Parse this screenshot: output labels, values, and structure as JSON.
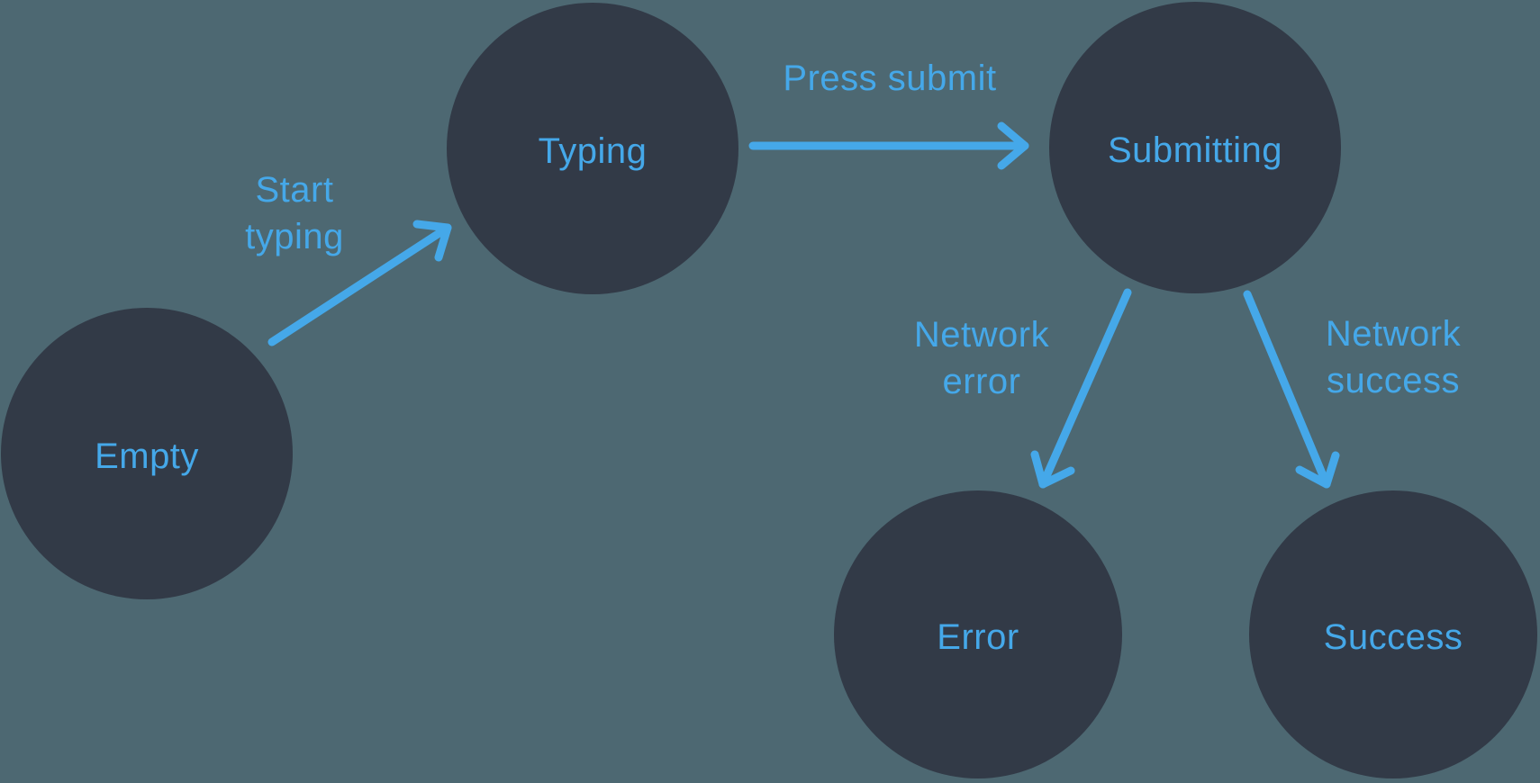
{
  "diagram": {
    "type": "state-machine",
    "colors": {
      "background": "#4D6872",
      "node_fill": "#323A47",
      "accent_blue": "#45A8E9"
    },
    "states": [
      {
        "id": "empty",
        "label": "Empty"
      },
      {
        "id": "typing",
        "label": "Typing"
      },
      {
        "id": "submitting",
        "label": "Submitting"
      },
      {
        "id": "error",
        "label": "Error"
      },
      {
        "id": "success",
        "label": "Success"
      }
    ],
    "transitions": [
      {
        "from": "empty",
        "to": "typing",
        "label": "Start typing"
      },
      {
        "from": "typing",
        "to": "submitting",
        "label": "Press submit"
      },
      {
        "from": "submitting",
        "to": "error",
        "label": "Network error"
      },
      {
        "from": "submitting",
        "to": "success",
        "label": "Network success"
      }
    ]
  }
}
